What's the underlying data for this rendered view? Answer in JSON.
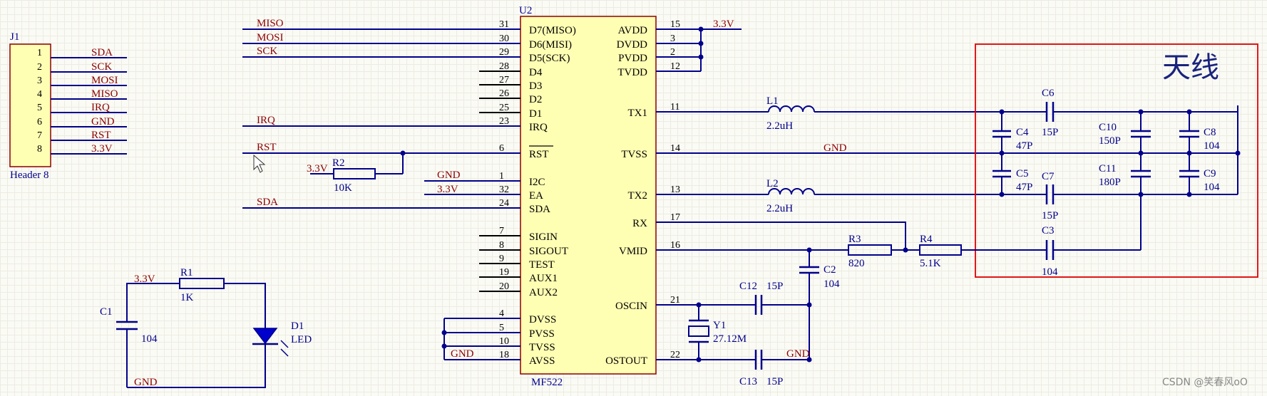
{
  "header": {
    "ref": "J1",
    "name": "Header 8",
    "pins": [
      "1",
      "2",
      "3",
      "4",
      "5",
      "6",
      "7",
      "8"
    ],
    "nets": [
      "SDA",
      "SCK",
      "MOSI",
      "MISO",
      "IRQ",
      "GND",
      "RST",
      "3.3V"
    ]
  },
  "ic": {
    "ref": "U2",
    "part": "MF522",
    "left": [
      {
        "pin": "31",
        "sig": "D7(MISO)",
        "net": "MISO"
      },
      {
        "pin": "30",
        "sig": "D6(MISI)",
        "net": "MOSI"
      },
      {
        "pin": "29",
        "sig": "D5(SCK)",
        "net": "SCK"
      },
      {
        "pin": "28",
        "sig": "D4",
        "net": ""
      },
      {
        "pin": "27",
        "sig": "D3",
        "net": ""
      },
      {
        "pin": "26",
        "sig": "D2",
        "net": ""
      },
      {
        "pin": "25",
        "sig": "D1",
        "net": ""
      },
      {
        "pin": "23",
        "sig": "IRQ",
        "net": "IRQ"
      },
      {
        "pin": "6",
        "sig": "RST",
        "net": "RST"
      },
      {
        "pin": "1",
        "sig": "I2C",
        "net": "GND"
      },
      {
        "pin": "32",
        "sig": "EA",
        "net": "3.3V"
      },
      {
        "pin": "24",
        "sig": "SDA",
        "net": "SDA"
      },
      {
        "pin": "7",
        "sig": "SIGIN",
        "net": ""
      },
      {
        "pin": "8",
        "sig": "SIGOUT",
        "net": ""
      },
      {
        "pin": "9",
        "sig": "TEST",
        "net": ""
      },
      {
        "pin": "19",
        "sig": "AUX1",
        "net": ""
      },
      {
        "pin": "20",
        "sig": "AUX2",
        "net": ""
      },
      {
        "pin": "4",
        "sig": "DVSS",
        "net": ""
      },
      {
        "pin": "5",
        "sig": "PVSS",
        "net": ""
      },
      {
        "pin": "10",
        "sig": "TVSS",
        "net": ""
      },
      {
        "pin": "18",
        "sig": "AVSS",
        "net": "GND"
      }
    ],
    "right": [
      {
        "pin": "15",
        "sig": "AVDD",
        "net": "3.3V"
      },
      {
        "pin": "3",
        "sig": "DVDD"
      },
      {
        "pin": "2",
        "sig": "PVDD"
      },
      {
        "pin": "12",
        "sig": "TVDD"
      },
      {
        "pin": "11",
        "sig": "TX1"
      },
      {
        "pin": "14",
        "sig": "TVSS",
        "net": "GND"
      },
      {
        "pin": "13",
        "sig": "TX2"
      },
      {
        "pin": "17",
        "sig": "RX"
      },
      {
        "pin": "16",
        "sig": "VMID"
      },
      {
        "pin": "21",
        "sig": "OSCIN"
      },
      {
        "pin": "22",
        "sig": "OSTOUT",
        "net": "GND"
      }
    ]
  },
  "parts": {
    "R1": {
      "ref": "R1",
      "val": "1K",
      "net": "3.3V"
    },
    "C1": {
      "ref": "C1",
      "val": "104",
      "net": "GND"
    },
    "D1": {
      "ref": "D1",
      "val": "LED"
    },
    "R2": {
      "ref": "R2",
      "val": "10K",
      "net": "3.3V"
    },
    "R3": {
      "ref": "R3",
      "val": "820"
    },
    "R4": {
      "ref": "R4",
      "val": "5.1K"
    },
    "L1": {
      "ref": "L1",
      "val": "2.2uH"
    },
    "L2": {
      "ref": "L2",
      "val": "2.2uH"
    },
    "C2": {
      "ref": "C2",
      "val": "104"
    },
    "C3": {
      "ref": "C3",
      "val": "104"
    },
    "C4": {
      "ref": "C4",
      "val": "47P"
    },
    "C5": {
      "ref": "C5",
      "val": "47P"
    },
    "C6": {
      "ref": "C6",
      "val": "15P"
    },
    "C7": {
      "ref": "C7",
      "val": "15P"
    },
    "C8": {
      "ref": "C8",
      "val": "104"
    },
    "C9": {
      "ref": "C9",
      "val": "104"
    },
    "C10": {
      "ref": "C10",
      "val": "150P"
    },
    "C11": {
      "ref": "C11",
      "val": "180P"
    },
    "C12": {
      "ref": "C12",
      "val": "15P"
    },
    "C13": {
      "ref": "C13",
      "val": "15P"
    },
    "Y1": {
      "ref": "Y1",
      "val": "27.12M"
    }
  },
  "antenna": "天线",
  "watermark": "CSDN @笑春风oO",
  "colors": {
    "wire": "#00008b",
    "net": "#8b0000",
    "ic_fill": "#ffffb4",
    "antenna_box": "#e00000"
  }
}
